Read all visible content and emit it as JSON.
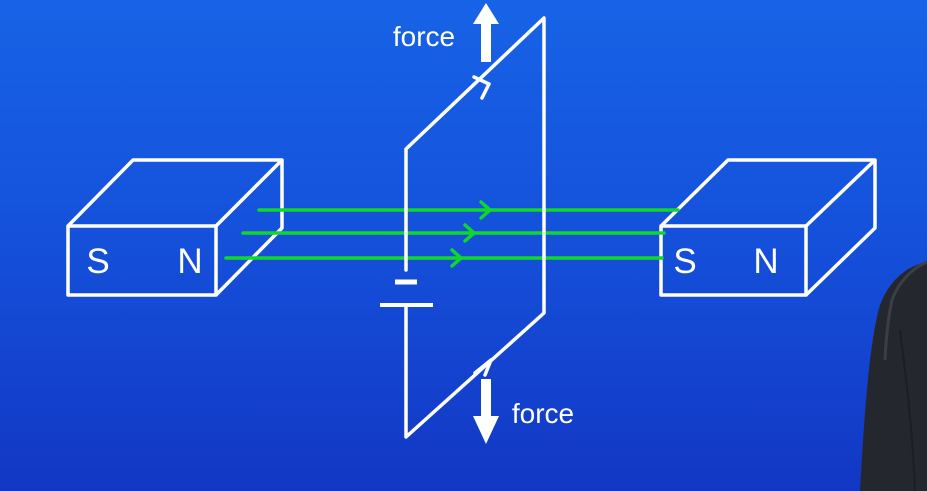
{
  "diagram": {
    "force_top_label": "force",
    "force_bottom_label": "force",
    "left_magnet": {
      "south_label": "S",
      "north_label": "N"
    },
    "right_magnet": {
      "south_label": "S",
      "north_label": "N"
    }
  },
  "colors": {
    "background_top": "#1763e6",
    "background_bottom": "#1237c4",
    "field_lines": "#10d82a",
    "outline": "#ffffff",
    "presenter_suit": "#262a30"
  }
}
